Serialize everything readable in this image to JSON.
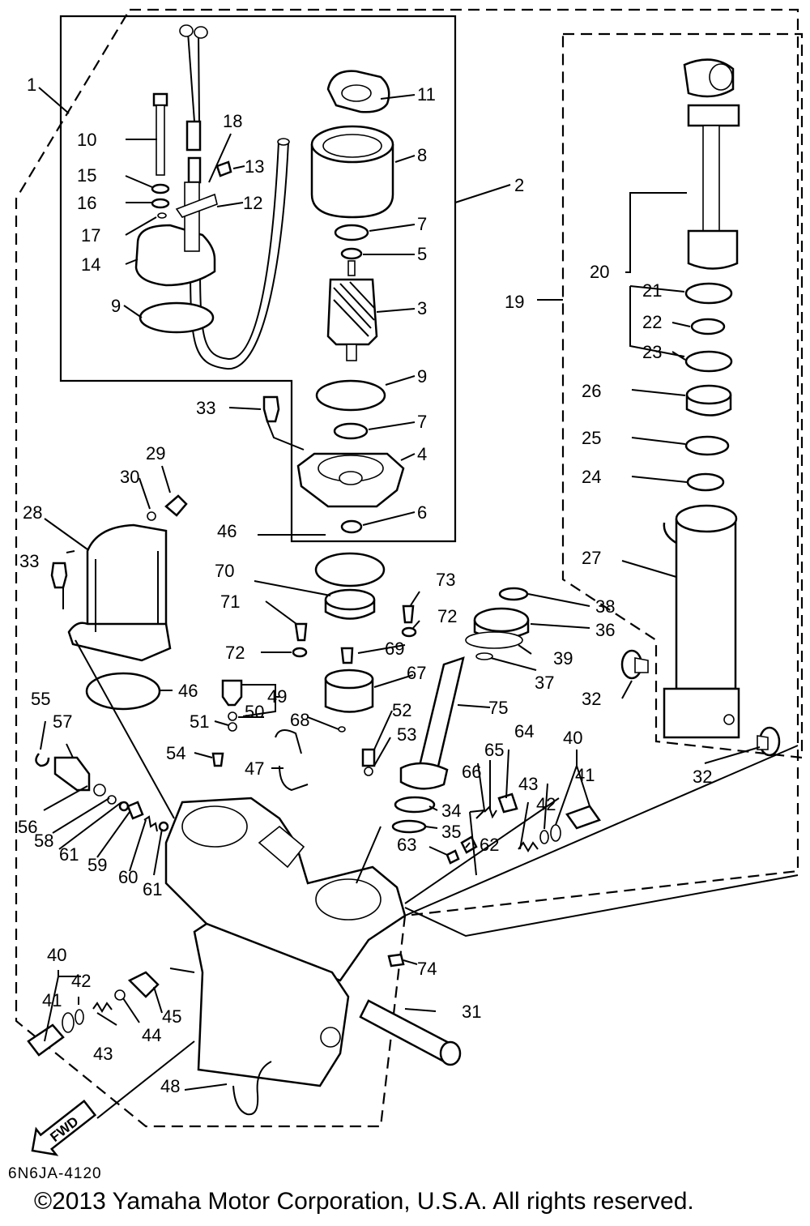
{
  "drawing_code": "6N6JA-4120",
  "copyright": "©2013 Yamaha Motor Corporation, U.S.A. All rights reserved.",
  "fwd_label": "FWD",
  "callouts": [
    "1",
    "2",
    "3",
    "4",
    "5",
    "6",
    "7",
    "7",
    "8",
    "9",
    "9",
    "10",
    "11",
    "12",
    "13",
    "14",
    "15",
    "16",
    "17",
    "18",
    "19",
    "20",
    "21",
    "22",
    "23",
    "24",
    "25",
    "26",
    "27",
    "28",
    "29",
    "30",
    "31",
    "32",
    "32",
    "33",
    "33",
    "34",
    "35",
    "36",
    "37",
    "38",
    "39",
    "40",
    "40",
    "41",
    "41",
    "42",
    "42",
    "43",
    "43",
    "44",
    "45",
    "46",
    "46",
    "47",
    "48",
    "49",
    "50",
    "51",
    "52",
    "53",
    "54",
    "55",
    "56",
    "57",
    "58",
    "59",
    "60",
    "61",
    "61",
    "62",
    "63",
    "64",
    "65",
    "66",
    "67",
    "68",
    "69",
    "70",
    "71",
    "72",
    "72",
    "73",
    "74",
    "75"
  ]
}
